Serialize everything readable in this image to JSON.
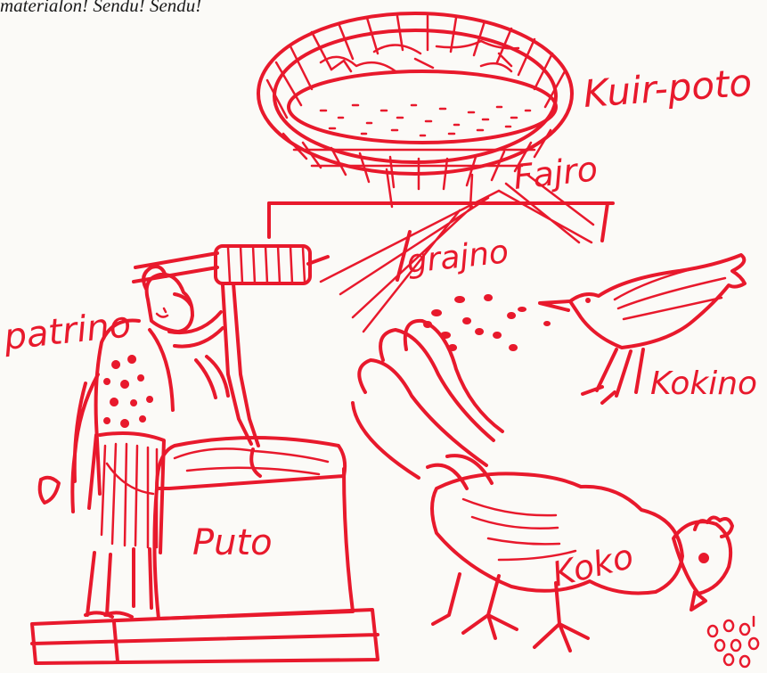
{
  "caption": "materialon!  Sendu!  Sendu!",
  "labels": {
    "basket": "Kuir-poto",
    "fire": "Fajro",
    "grain": "grajno",
    "woman": "patrino",
    "mortar": "Puto",
    "bird": "Kokino",
    "rooster": "Koko"
  },
  "ink_color": "#e8192c"
}
